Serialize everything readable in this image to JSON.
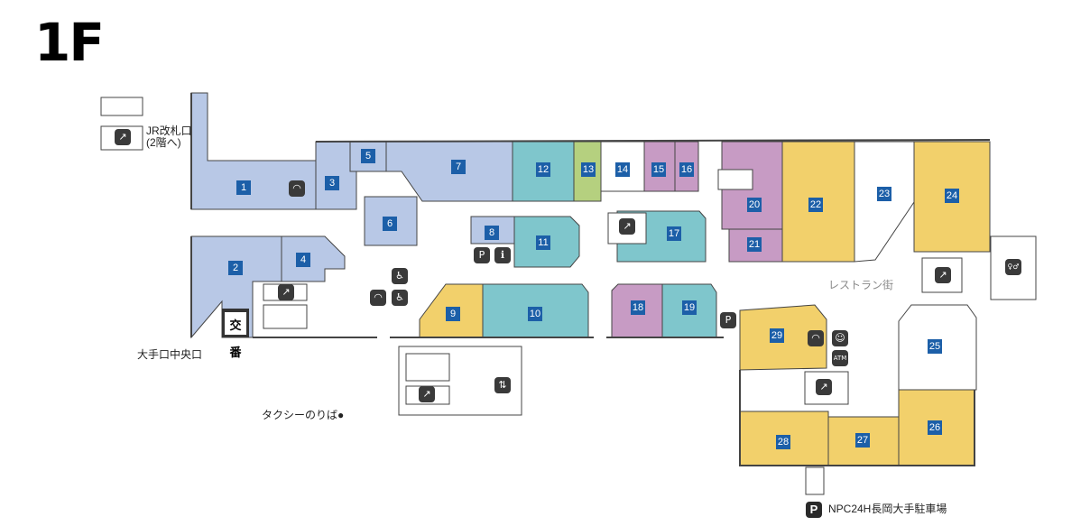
{
  "floor": "1F",
  "labels": {
    "jr_gate": "JR改札口",
    "jr_gate_sub": "(2階へ)",
    "otemon_exit": "大手口中央口",
    "taxi": "タクシーのりば●",
    "restaurant_street": "レストラン街",
    "parking": "NPC24H長岡大手駐車場",
    "koban": "交番"
  },
  "shops": [
    "1",
    "2",
    "3",
    "4",
    "5",
    "6",
    "7",
    "8",
    "9",
    "10",
    "11",
    "12",
    "13",
    "14",
    "15",
    "16",
    "17",
    "18",
    "19",
    "20",
    "21",
    "22",
    "23",
    "24",
    "25",
    "26",
    "27",
    "28",
    "29"
  ],
  "icons": {
    "wifi": "wifi-icon",
    "escalator": "escalator-icon",
    "info": "information-icon",
    "parking": "parking-icon",
    "wheelchair": "wheelchair-icon",
    "toilet": "toilet-icon",
    "baby": "baby-room-icon",
    "atm": "atm-icon",
    "elevator": "elevator-icon"
  },
  "icon_glyphs": {
    "info": "ℹ",
    "parking": "P",
    "wheelchair": "♿",
    "wifi": "◠",
    "toilet": "♀♂",
    "baby": "☺",
    "atm": "ATM",
    "elevator": "⇅",
    "escalator": "↗"
  },
  "colors": {
    "blue": "#b8c8e6",
    "teal": "#7fc6cc",
    "yellow": "#f2d06b",
    "purple": "#c79bc4",
    "green": "#b5d07f",
    "marker": "#1c5fa8",
    "wall": "#444444"
  }
}
